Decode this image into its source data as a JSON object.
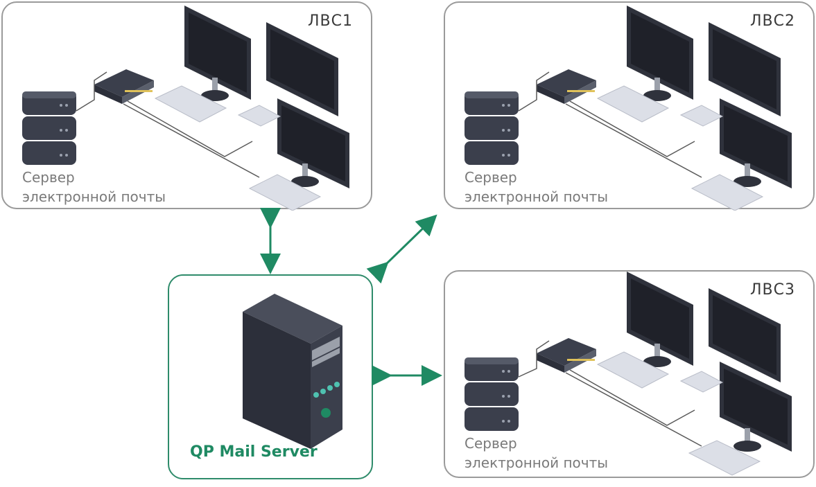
{
  "lans": [
    {
      "title": "ЛВС1",
      "caption_line1": "Сервер",
      "caption_line2": "электронной почты"
    },
    {
      "title": "ЛВС2",
      "caption_line1": "Сервер",
      "caption_line2": "электронной почты"
    },
    {
      "title": "ЛВС3",
      "caption_line1": "Сервер",
      "caption_line2": "электронной почты"
    }
  ],
  "central": {
    "label": "QP Mail Server"
  },
  "colors": {
    "accent": "#1f8a63",
    "box_border": "#9a9a9a",
    "device_dark": "#3b3f4c"
  },
  "icons": [
    "server-rack-icon",
    "network-switch-icon",
    "monitor-icon",
    "keyboard-icon",
    "tower-server-icon",
    "double-arrow-icon"
  ]
}
